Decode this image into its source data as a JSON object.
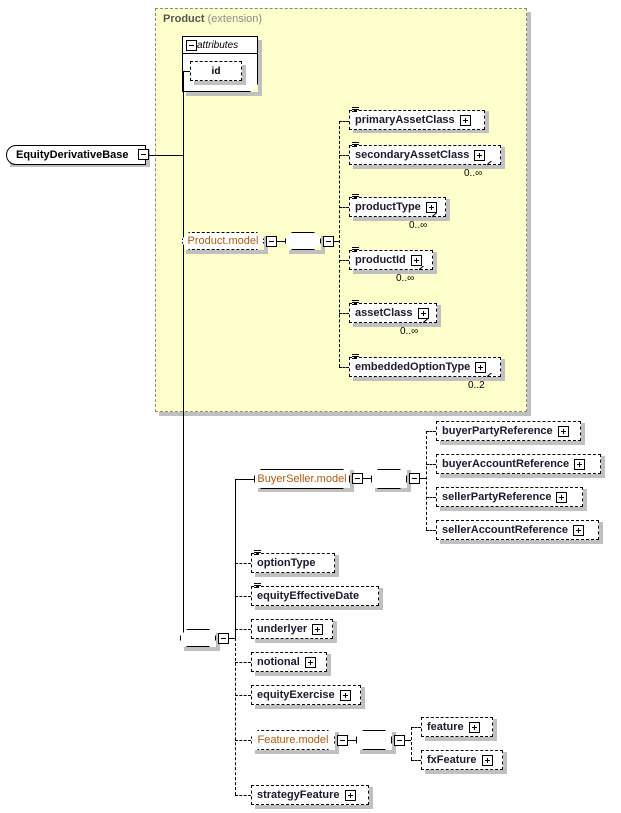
{
  "diagram": {
    "title": "EquityDerivativeBase",
    "root": {
      "label": "EquityDerivativeBase",
      "expander": "minus"
    },
    "extension": {
      "name": "Product",
      "qualifier": "(extension)"
    },
    "attributes": {
      "header": "attributes",
      "expander": "minus",
      "items": [
        {
          "label": "id"
        }
      ]
    },
    "groups": [
      {
        "label": "Product.model",
        "expander": "minus",
        "compositor": "sequence"
      },
      {
        "label": "BuyerSeller.model",
        "expander": "minus",
        "compositor": "sequence"
      },
      {
        "label": "Feature.model",
        "expander": "minus",
        "compositor": "sequence"
      }
    ],
    "product_model_children": [
      {
        "label": "primaryAssetClass",
        "expander": "plus",
        "doc": true,
        "cardinality": ""
      },
      {
        "label": "secondaryAssetClass",
        "expander": "plus",
        "doc": true,
        "cardinality": "0..∞"
      },
      {
        "label": "productType",
        "expander": "plus",
        "doc": true,
        "cardinality": "0..∞"
      },
      {
        "label": "productId",
        "expander": "plus",
        "doc": true,
        "cardinality": "0..∞"
      },
      {
        "label": "assetClass",
        "expander": "plus",
        "doc": true,
        "cardinality": "0..∞"
      },
      {
        "label": "embeddedOptionType",
        "expander": "plus",
        "doc": true,
        "cardinality": "0..2"
      }
    ],
    "buyer_seller_children": [
      {
        "label": "buyerPartyReference",
        "expander": "plus",
        "doc": false,
        "cardinality": ""
      },
      {
        "label": "buyerAccountReference",
        "expander": "plus",
        "doc": false,
        "cardinality": ""
      },
      {
        "label": "sellerPartyReference",
        "expander": "plus",
        "doc": false,
        "cardinality": ""
      },
      {
        "label": "sellerAccountReference",
        "expander": "plus",
        "doc": false,
        "cardinality": ""
      }
    ],
    "main_children": [
      {
        "label": "optionType",
        "expander": "none",
        "doc": true,
        "cardinality": ""
      },
      {
        "label": "equityEffectiveDate",
        "expander": "none",
        "doc": true,
        "cardinality": ""
      },
      {
        "label": "underlyer",
        "expander": "plus",
        "doc": false,
        "cardinality": ""
      },
      {
        "label": "notional",
        "expander": "plus",
        "doc": false,
        "cardinality": ""
      },
      {
        "label": "equityExercise",
        "expander": "plus",
        "doc": false,
        "cardinality": ""
      },
      {
        "label": "strategyFeature",
        "expander": "plus",
        "doc": false,
        "cardinality": ""
      }
    ],
    "feature_model_children": [
      {
        "label": "feature",
        "expander": "plus",
        "doc": false,
        "cardinality": ""
      },
      {
        "label": "fxFeature",
        "expander": "plus",
        "doc": false,
        "cardinality": ""
      }
    ],
    "colors": {
      "extension_fill": "#ffffcc",
      "extension_border": "#8a8a7a",
      "element_text": "#1a1a2e",
      "model_text": "#b05a10",
      "shadow": "#c0c0c0",
      "line": "#000000"
    }
  }
}
